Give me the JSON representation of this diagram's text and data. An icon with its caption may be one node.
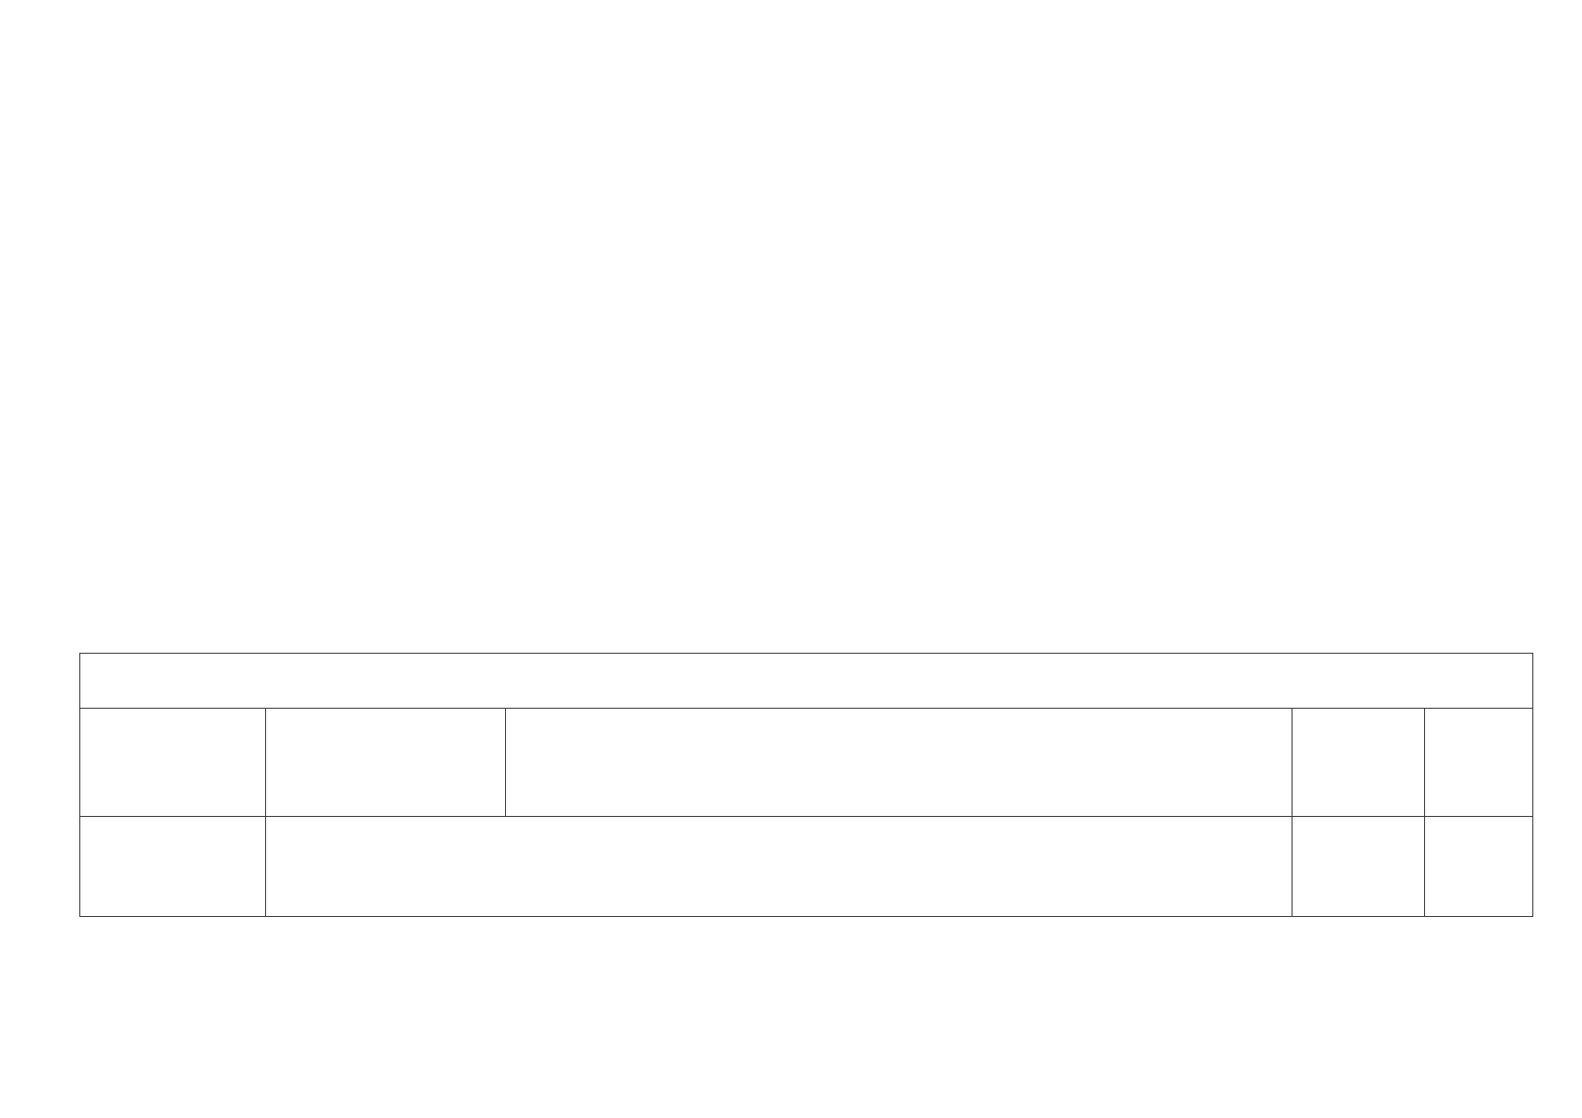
{
  "diagram": {
    "nodes": [
      {
        "text": [],
        "shape": "box"
      },
      {
        "text": [],
        "shape": "box"
      },
      {
        "text": [],
        "shape": "box"
      },
      {
        "text": [],
        "shape": "box"
      },
      {
        "text": [],
        "shape": "box"
      },
      {
        "text": [],
        "shape": "box"
      },
      {
        "text": [],
        "shape": "box"
      },
      {
        "text": [],
        "shape": "box"
      },
      {
        "text": [],
        "shape": "box"
      },
      {
        "text": [],
        "shape": "box"
      }
    ]
  }
}
